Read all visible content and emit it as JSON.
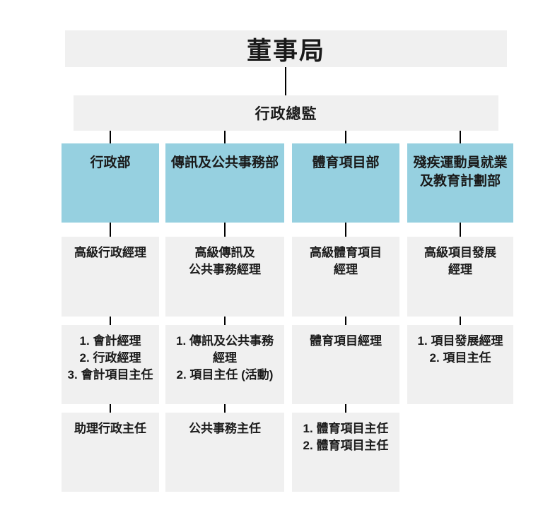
{
  "palette": {
    "node_gray": "#f0f0f0",
    "node_blue": "#96d0e0",
    "text": "#1a1a1a",
    "connector": "#000000"
  },
  "board": {
    "label": "董事局"
  },
  "ceo": {
    "label": "行政總監"
  },
  "columns": [
    {
      "dept": [
        "行政部"
      ],
      "senior": [
        "高級行政經理"
      ],
      "middle": [
        "1. 會計經理",
        "2. 行政經理",
        "3. 會計項目主任"
      ],
      "bottom": [
        "助理行政主任"
      ]
    },
    {
      "dept": [
        "傳訊及公共事務部"
      ],
      "senior": [
        "高級傳訊及",
        "公共事務經理"
      ],
      "middle": [
        "1. 傳訊及公共事務",
        "經理",
        "2. 項目主任 (活動)"
      ],
      "bottom": [
        "公共事務主任"
      ]
    },
    {
      "dept": [
        "體育項目部"
      ],
      "senior": [
        "高級體育項目",
        "經理"
      ],
      "middle": [
        "體育項目經理"
      ],
      "bottom": [
        "1. 體育項目主任",
        "2. 體育項目主任"
      ]
    },
    {
      "dept": [
        "殘疾運動員就業",
        "及教育計劃部"
      ],
      "senior": [
        "高級項目發展",
        "經理"
      ],
      "middle": [
        "1. 項目發展經理",
        "2. 項目主任"
      ]
    }
  ]
}
